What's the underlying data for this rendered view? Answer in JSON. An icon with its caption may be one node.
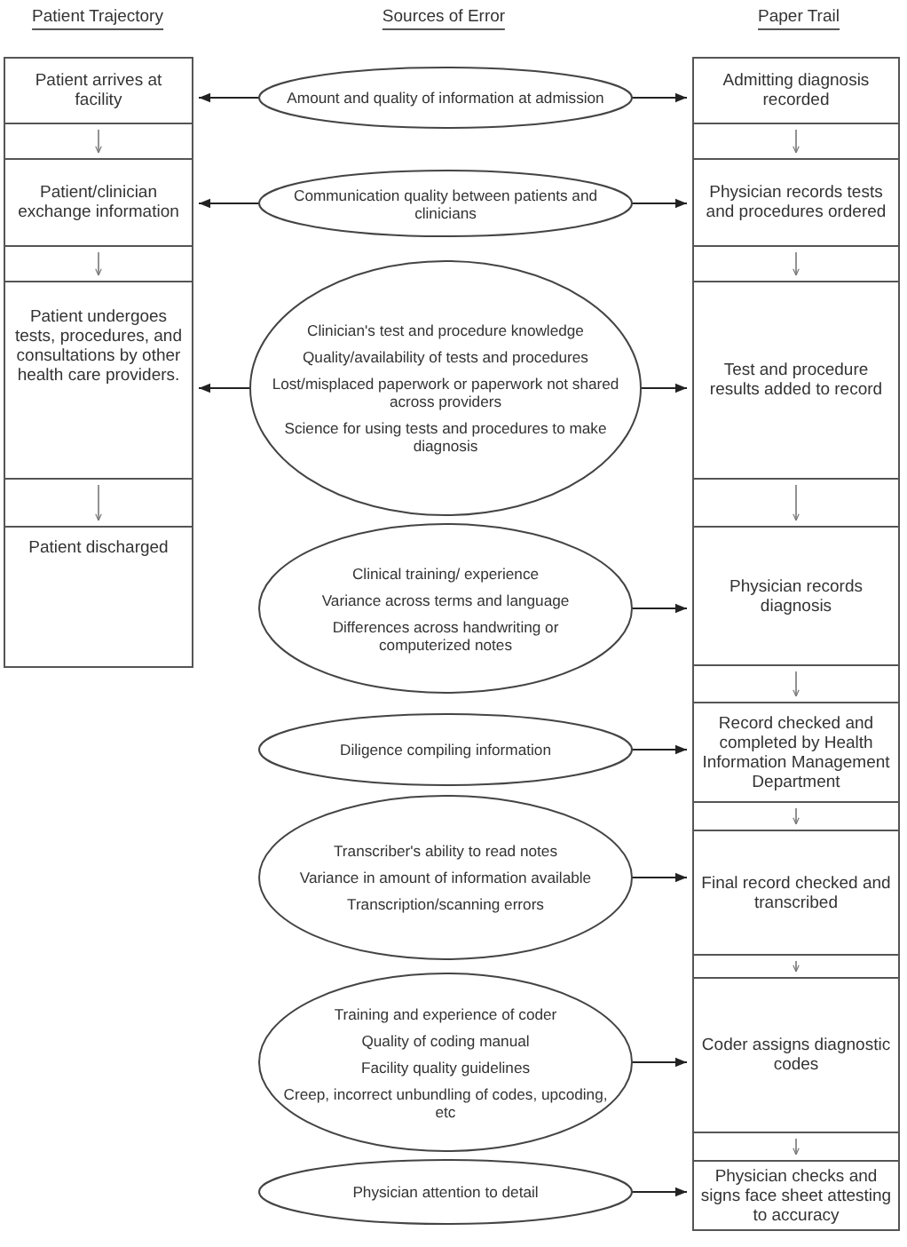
{
  "diagram": {
    "nodes": [
      {
        "text": [
          "Patient arrives at facility"
        ]
      },
      {
        "text": [
          "Patient/clinician exchange information"
        ]
      },
      {
        "text": [
          "Patient undergoes tests, procedures, and consultations by other health care providers."
        ]
      },
      {
        "text": [
          "Patient discharged"
        ]
      },
      {
        "text": [
          "Amount and quality of information at admission"
        ]
      },
      {
        "text": [
          "Communication quality between patients and clinicians"
        ]
      },
      {
        "text": [
          "Clinician's test and procedure knowledge",
          "Quality/availability of tests and procedures",
          "Lost/misplaced paperwork or paperwork not shared across providers",
          "Science for using tests and procedures to make diagnosis"
        ]
      },
      {
        "text": [
          "Clinical training/ experience",
          "Variance across terms and language",
          "Differences across handwriting or computerized notes"
        ]
      },
      {
        "text": [
          "Diligence compiling information"
        ]
      },
      {
        "text": [
          "Transcriber's ability to read notes",
          "Variance in amount of information available",
          "Transcription/scanning errors"
        ]
      },
      {
        "text": [
          "Training and experience of coder",
          "Quality of coding manual",
          "Facility quality guidelines",
          "Creep, incorrect unbundling of codes, upcoding, etc"
        ]
      },
      {
        "text": [
          "Physician attention to detail"
        ]
      },
      {
        "text": [
          "Admitting diagnosis recorded"
        ]
      },
      {
        "text": [
          "Physician records tests and procedures ordered"
        ]
      },
      {
        "text": [
          "Test and procedure results added to record"
        ]
      },
      {
        "text": [
          "Physician records diagnosis"
        ]
      },
      {
        "text": [
          "Record checked and completed by Health Information Management Department"
        ]
      },
      {
        "text": [
          "Final record checked and transcribed"
        ]
      },
      {
        "text": [
          "Coder assigns diagnostic codes"
        ]
      },
      {
        "text": [
          "Physician checks and signs face sheet attesting to accuracy"
        ]
      }
    ],
    "edges": [
      {
        "from": 4,
        "to": 0,
        "arrow": "to"
      },
      {
        "from": 4,
        "to": 12,
        "arrow": "to"
      },
      {
        "from": 5,
        "to": 1,
        "arrow": "to"
      },
      {
        "from": 5,
        "to": 13,
        "arrow": "to"
      },
      {
        "from": 6,
        "to": 2,
        "arrow": "to"
      },
      {
        "from": 6,
        "to": 14,
        "arrow": "to"
      },
      {
        "from": 7,
        "to": 15,
        "arrow": "to"
      },
      {
        "from": 8,
        "to": 16,
        "arrow": "to"
      },
      {
        "from": 9,
        "to": 17,
        "arrow": "to"
      },
      {
        "from": 10,
        "to": 18,
        "arrow": "to"
      },
      {
        "from": 11,
        "to": 19,
        "arrow": "to"
      },
      {
        "from": 0,
        "to": 1,
        "arrow": "to"
      },
      {
        "from": 1,
        "to": 2,
        "arrow": "to"
      },
      {
        "from": 2,
        "to": 3,
        "arrow": "to"
      },
      {
        "from": 12,
        "to": 13,
        "arrow": "to"
      },
      {
        "from": 13,
        "to": 14,
        "arrow": "to"
      },
      {
        "from": 14,
        "to": 15,
        "arrow": "to"
      },
      {
        "from": 15,
        "to": 16,
        "arrow": "to"
      },
      {
        "from": 16,
        "to": 17,
        "arrow": "to"
      },
      {
        "from": 17,
        "to": 18,
        "arrow": "to"
      },
      {
        "from": 18,
        "to": 19,
        "arrow": "to"
      }
    ],
    "labels": [
      "Patient Trajectory",
      "Sources of Error",
      "Paper Trail"
    ]
  }
}
